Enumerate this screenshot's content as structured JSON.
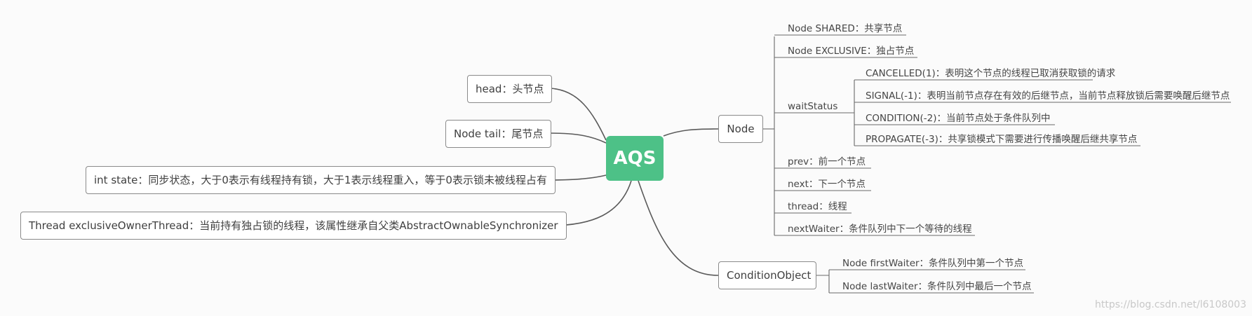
{
  "root": {
    "label": "AQS"
  },
  "left": [
    "head：头节点",
    "Node tail：尾节点",
    "int state：同步状态，大于0表示有线程持有锁，大于1表示线程重入，等于0表示锁未被线程占有",
    "Thread exclusiveOwnerThread：当前持有独占锁的线程，该属性继承自父类AbstractOwnableSynchronizer"
  ],
  "node": {
    "label": "Node",
    "shared": "Node SHARED：共享节点",
    "exclusive": "Node EXCLUSIVE：独占节点",
    "waitStatus": {
      "label": "waitStatus",
      "items": [
        "CANCELLED(1)：表明这个节点的线程已取消获取锁的请求",
        "SIGNAL(-1)：表明当前节点存在有效的后继节点，当前节点释放锁后需要唤醒后继节点",
        "CONDITION(-2)：当前节点处于条件队列中",
        "PROPAGATE(-3)：共享锁模式下需要进行传播唤醒后继共享节点"
      ]
    },
    "prev": "prev：前一个节点",
    "next": "next：下一个节点",
    "thread": "thread：线程",
    "nextWaiter": "nextWaiter：条件队列中下一个等待的线程"
  },
  "conditionObject": {
    "label": "ConditionObject",
    "firstWaiter": "Node firstWaiter：条件队列中第一个节点",
    "lastWaiter": "Node lastWaiter：条件队列中最后一个节点"
  },
  "watermark": "https://blog.csdn.net/l6108003",
  "colors": {
    "root": "#4dc187",
    "line": "#5a5a5a",
    "border": "#8a8a8a"
  }
}
